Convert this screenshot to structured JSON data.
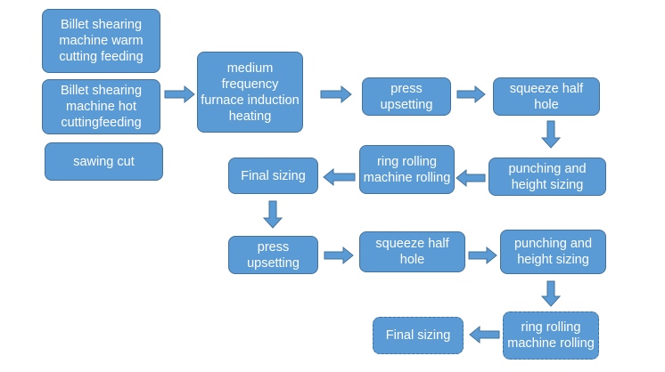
{
  "nodes": {
    "billet_warm": "Billet shearing machine warm cutting feeding",
    "billet_hot": "Billet shearing machine hot cuttingfeeding",
    "sawing": "sawing cut",
    "furnace": "medium frequency furnace induction heating",
    "press1": "press upsetting",
    "squeeze1": "squeeze half hole",
    "punch1": "punching and height sizing",
    "ring1": "ring rolling machine rolling",
    "final1": "Final sizing",
    "press2": "press upsetting",
    "squeeze2": "squeeze half hole",
    "punch2": "punching and height sizing",
    "ring2": "ring rolling machine rolling",
    "final2": "Final sizing"
  },
  "colors": {
    "box_fill": "#5b9bd5",
    "box_border": "#41719c",
    "text": "#ffffff"
  }
}
